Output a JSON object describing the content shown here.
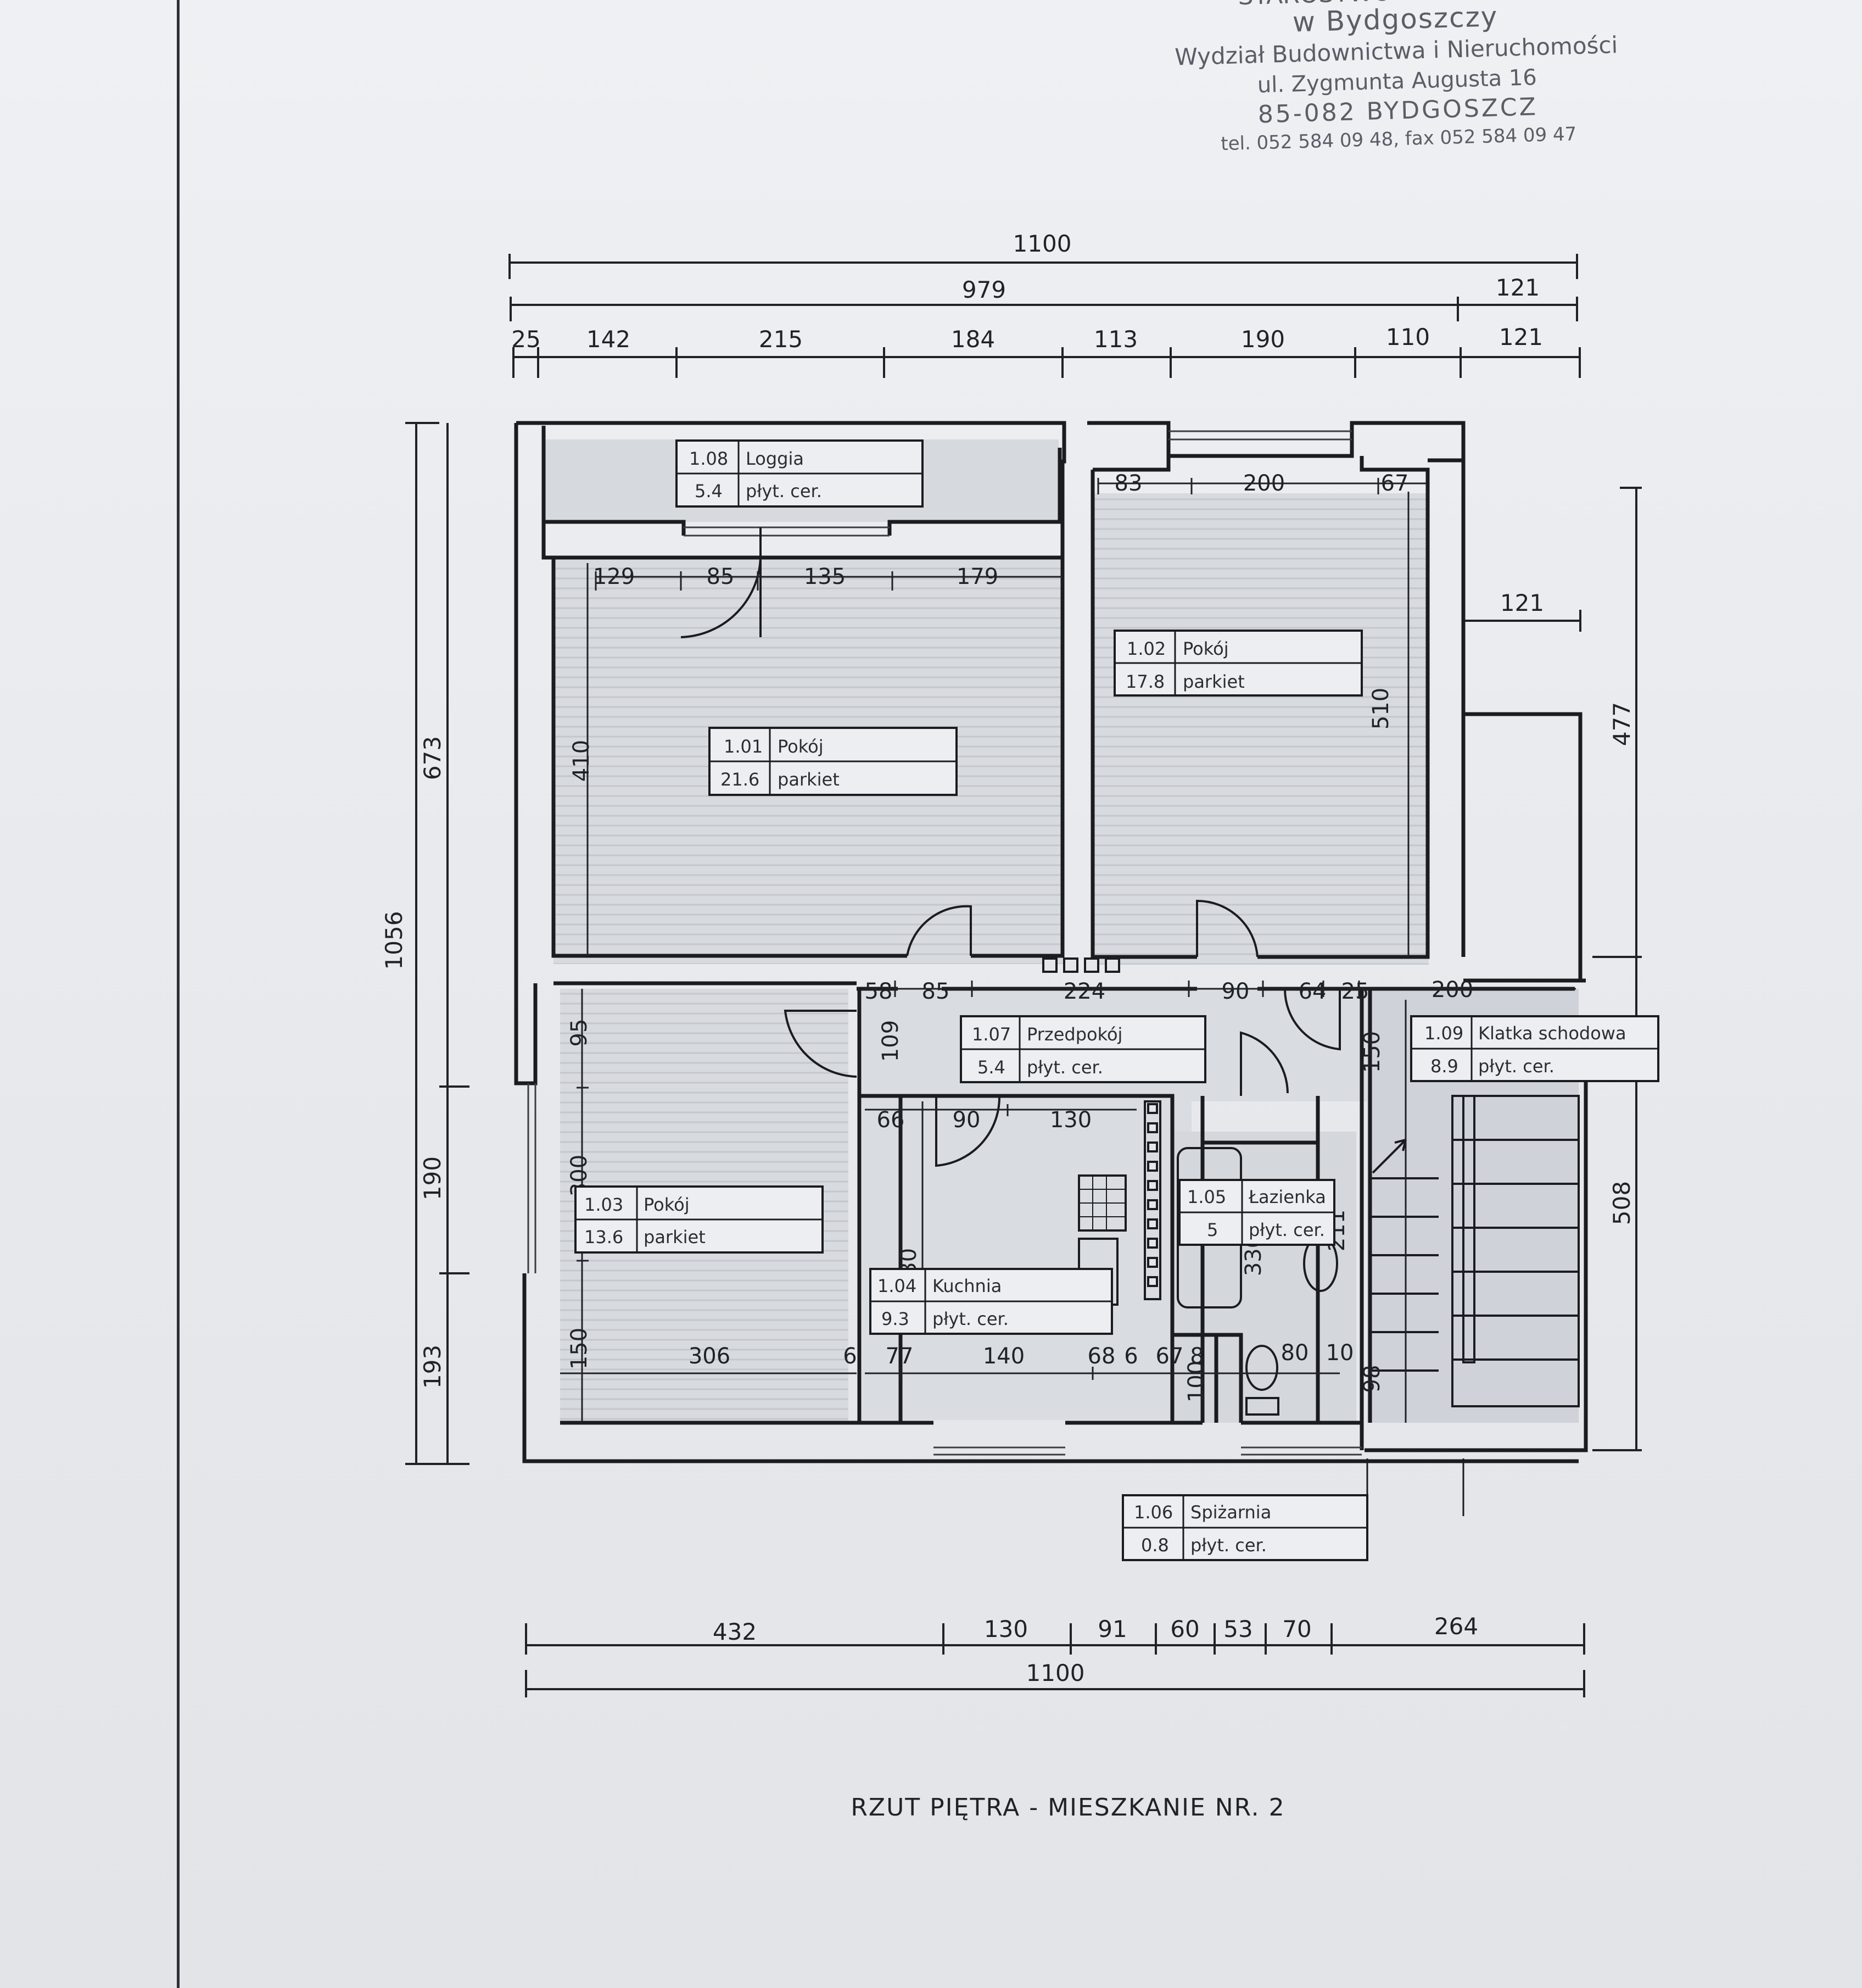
{
  "stamp": {
    "line0": "STAROSTWO POWIATOWE",
    "line1": "w Bydgoszczy",
    "line2": "Wydział Budownictwa i Nieruchomości",
    "line3": "ul. Zygmunta Augusta 16",
    "line4": "85-082 BYDGOSZCZ",
    "line5": "tel. 052 584 09 48, fax 052 584 09 47"
  },
  "dimensions": {
    "top_total": "1100",
    "top_979": "979",
    "top_121": "121",
    "top_segments": [
      "25",
      "142",
      "215",
      "184",
      "113",
      "190",
      "110",
      "121"
    ],
    "left_total": "1056",
    "left_segments": [
      "673",
      "190",
      "193"
    ],
    "right_segments": [
      "477",
      "508"
    ],
    "right_121": "121",
    "bottom_segments": [
      "432",
      "130",
      "91",
      "60",
      "53",
      "70",
      "264"
    ],
    "bottom_total": "1100",
    "inner": {
      "r101_top": [
        "129",
        "85",
        "135",
        "179"
      ],
      "r101_height": "410",
      "r102_top": [
        "83",
        "200",
        "67"
      ],
      "r102_height": "510",
      "corridor": [
        "58",
        "85",
        "224",
        "90",
        "64",
        "25",
        "200"
      ],
      "hall_109": "109",
      "r103_95": "95",
      "r103_300": "300",
      "r103_150": "150",
      "r103_306": "306",
      "r103_6": "6",
      "kitchen_top": [
        "66",
        "90",
        "130"
      ],
      "kitchen_130": "130",
      "bottom_inner": [
        "77",
        "140",
        "68",
        "6",
        "67",
        "8",
        "80",
        "10"
      ],
      "bath_330": "330",
      "stair_150": "150",
      "stair_98": "98",
      "stair_211": "211",
      "pantry_100": "100"
    }
  },
  "rooms": [
    {
      "no": "1.08",
      "name": "Loggia",
      "area": "5.4",
      "floor": "płyt. cer."
    },
    {
      "no": "1.01",
      "name": "Pokój",
      "area": "21.6",
      "floor": "parkiet"
    },
    {
      "no": "1.02",
      "name": "Pokój",
      "area": "17.8",
      "floor": "parkiet"
    },
    {
      "no": "1.07",
      "name": "Przedpokój",
      "area": "5.4",
      "floor": "płyt. cer."
    },
    {
      "no": "1.09",
      "name": "Klatka schodowa",
      "area": "8.9",
      "floor": "płyt. cer."
    },
    {
      "no": "1.03",
      "name": "Pokój",
      "area": "13.6",
      "floor": "parkiet"
    },
    {
      "no": "1.05",
      "name": "Łazienka",
      "area": "5",
      "floor": "płyt. cer."
    },
    {
      "no": "1.04",
      "name": "Kuchnia",
      "area": "9.3",
      "floor": "płyt. cer."
    },
    {
      "no": "1.06",
      "name": "Spiżarnia",
      "area": "0.8",
      "floor": "płyt. cer."
    }
  ],
  "caption": "RZUT PIĘTRA - MIESZKANIE NR. 2",
  "colors": {
    "ink": "#1f2227",
    "paper": "#eceef1",
    "fill": "#cfd2d8"
  }
}
